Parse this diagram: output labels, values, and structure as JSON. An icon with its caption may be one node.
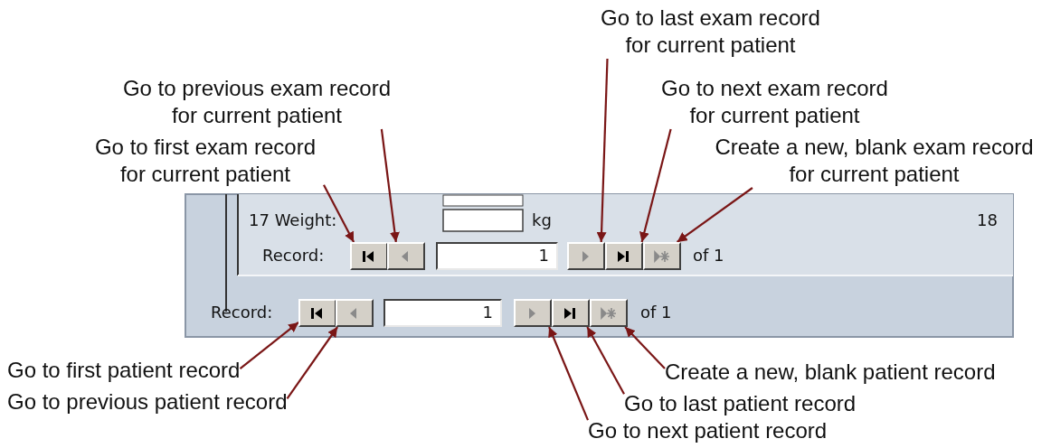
{
  "diagram": {
    "nodes": [
      {
        "text": [
          "Go to last exam record for current patient"
        ]
      },
      {
        "text": [
          "Go to previous exam record for current patient"
        ]
      },
      {
        "text": [
          "Go to next exam record for current patient"
        ]
      },
      {
        "text": [
          "Go to first exam record for current patient"
        ]
      },
      {
        "text": [
          "Create a new, blank exam record for current patient"
        ]
      },
      {
        "text": [],
        "shape": "button"
      },
      {
        "text": [],
        "shape": "button"
      },
      {
        "text": [],
        "shape": "button"
      },
      {
        "text": [],
        "shape": "button"
      },
      {
        "text": [],
        "shape": "button"
      },
      {
        "text": [],
        "shape": "button"
      },
      {
        "text": [],
        "shape": "button"
      },
      {
        "text": [],
        "shape": "button"
      },
      {
        "text": [],
        "shape": "button"
      },
      {
        "text": [],
        "shape": "button"
      },
      {
        "text": [
          "Go to first patient record"
        ]
      },
      {
        "text": [
          "Create a new, blank patient record"
        ]
      },
      {
        "text": [
          "Go to previous patient record"
        ]
      },
      {
        "text": [
          "Go to last patient record"
        ]
      },
      {
        "text": [
          "Go to next patient record"
        ]
      }
    ],
    "edges": [
      {
        "from": 0,
        "to": 7,
        "arrow": "to"
      },
      {
        "from": 1,
        "to": 6,
        "arrow": "to"
      },
      {
        "from": 2,
        "to": 8,
        "arrow": "to"
      },
      {
        "from": 3,
        "to": 5,
        "arrow": "to"
      },
      {
        "from": 4,
        "to": 9,
        "arrow": "to"
      },
      {
        "from": 15,
        "to": 10,
        "arrow": "to"
      },
      {
        "from": 16,
        "to": 14,
        "arrow": "to"
      },
      {
        "from": 17,
        "to": 11,
        "arrow": "to"
      },
      {
        "from": 18,
        "to": 13,
        "arrow": "to"
      },
      {
        "from": 19,
        "to": 12,
        "arrow": "to"
      }
    ],
    "labels": [
      "17 Weight:",
      "kg",
      "18",
      "Record:",
      "1",
      "of 1",
      "Record:",
      "1",
      "of 1"
    ]
  }
}
